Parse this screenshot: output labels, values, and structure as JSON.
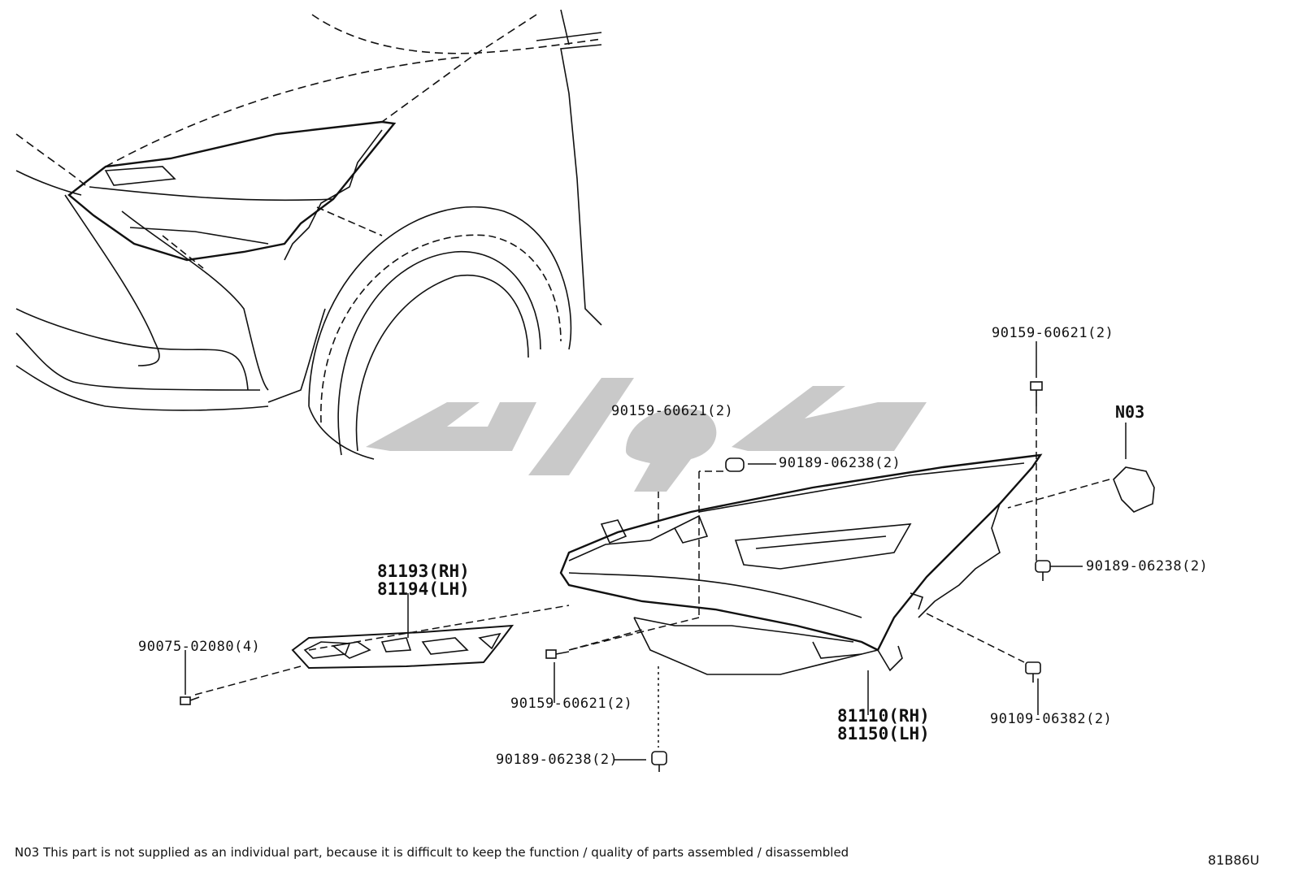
{
  "labels": {
    "top_screw": "90159-60621(2)",
    "center_screw": "90159-60621(2)",
    "top_clip": "90189-06238(2)",
    "n03": "N03",
    "right_clip": "90189-06238(2)",
    "cover_rh": "81193(RH)",
    "cover_lh": "81194(LH)",
    "left_screw": "90075-02080(4)",
    "lower_screw": "90159-60621(2)",
    "bottom_clip": "90189-06238(2)",
    "lamp_rh": "81110(RH)",
    "lamp_lh": "81150(LH)",
    "bolt": "90109-06382(2)"
  },
  "footnote": "N03 This part is not supplied as an individual part, because it is difficult to keep the function / quality of parts assembled / disassembled",
  "diagram_code": "81B86U",
  "colors": {
    "line": "#111111",
    "watermark": "#c9c9c9",
    "background": "#ffffff"
  }
}
